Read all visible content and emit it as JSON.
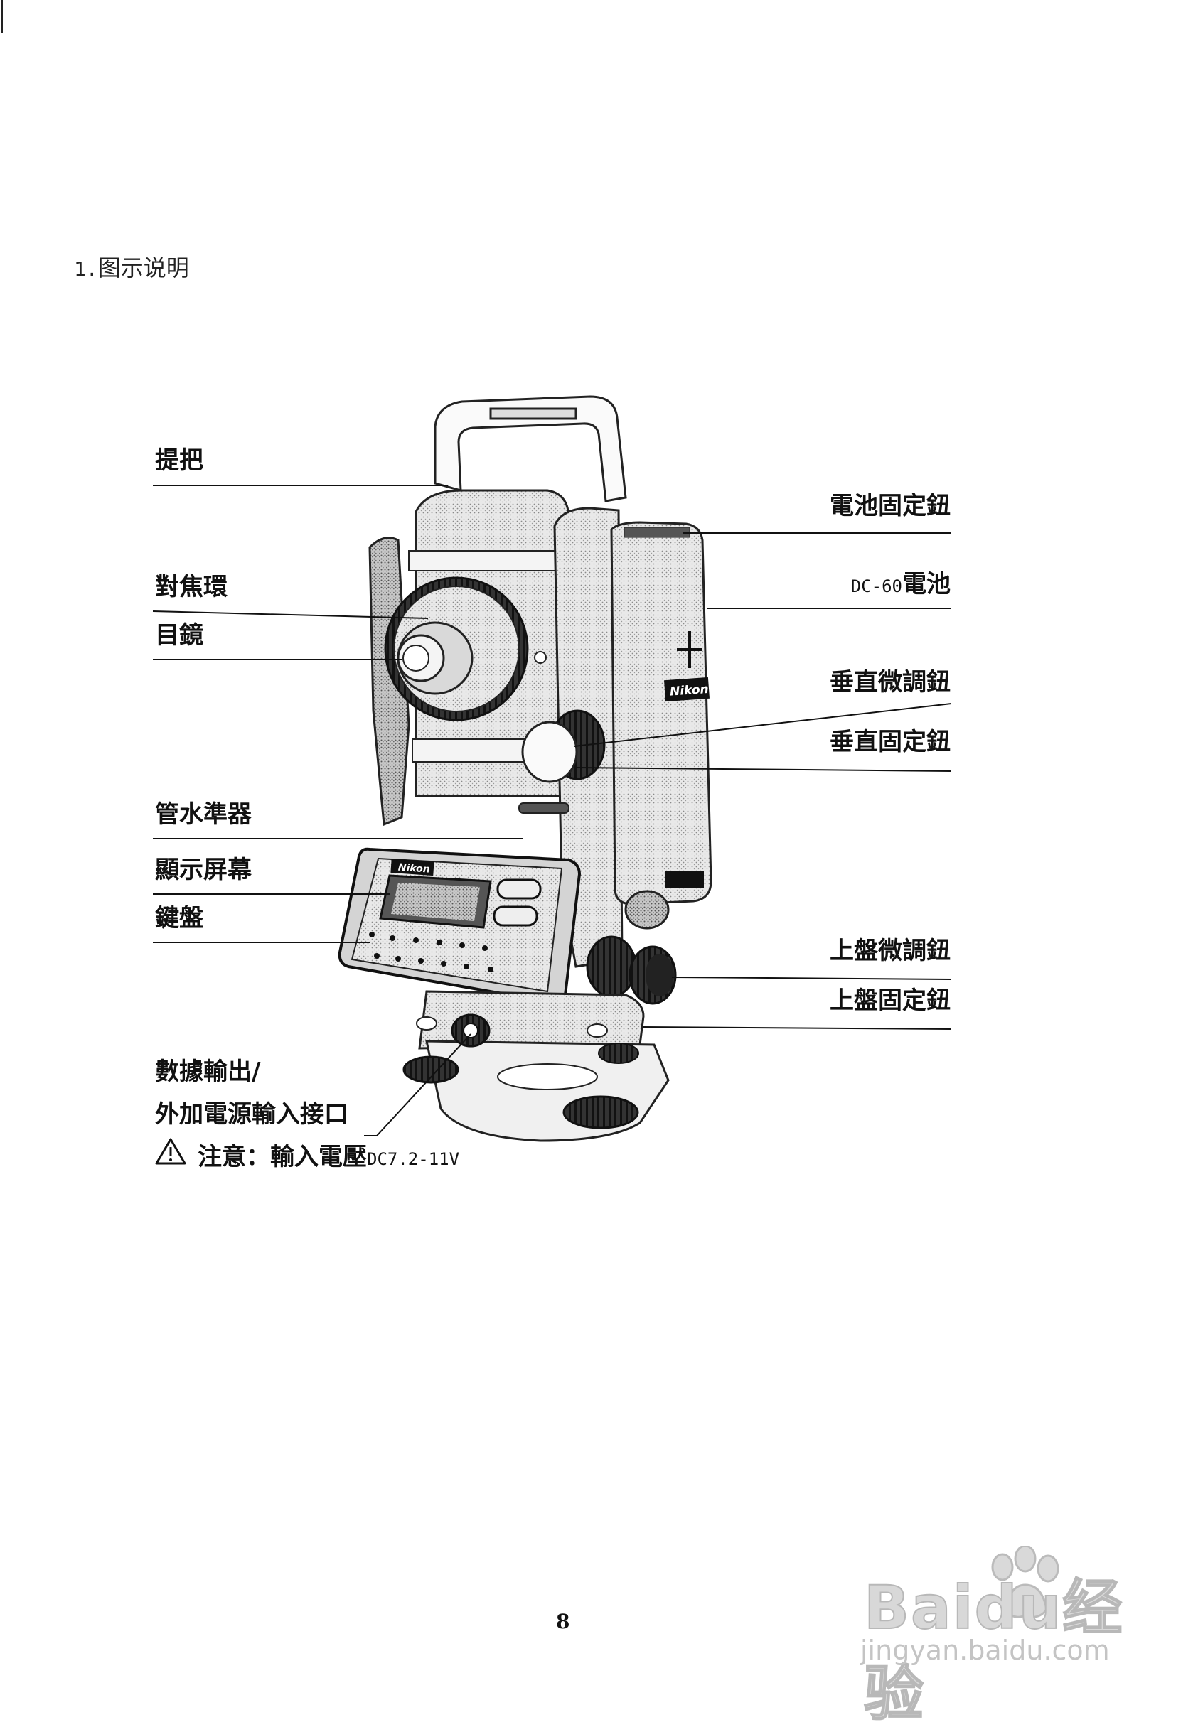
{
  "heading": {
    "number": "1.",
    "title": "图示说明"
  },
  "labels_left": {
    "handle": "提把",
    "focus_ring": "對焦環",
    "eyepiece": "目鏡",
    "tube_level": "管水準器",
    "display": "顯示屏幕",
    "keyboard": "鍵盤",
    "data_output_line1": "數據輸出/",
    "data_output_line2": "外加電源輸入接口"
  },
  "labels_right": {
    "battery_lock": "電池固定鈕",
    "battery_model": "DC-60",
    "battery_label": "電池",
    "vertical_fine": "垂直微調鈕",
    "vertical_clamp": "垂直固定鈕",
    "upper_fine": "上盤微調鈕",
    "upper_clamp": "上盤固定鈕"
  },
  "warning": {
    "icon": "warning-triangle-icon",
    "text": "注意：輸入電壓",
    "voltage": "DC7.2-11V"
  },
  "instrument": {
    "brand_body": "Nikon",
    "brand_panel": "Nikon"
  },
  "page_number": "8",
  "watermark": {
    "main": "Baidu经验",
    "sub": "jingyan.baidu.com"
  }
}
